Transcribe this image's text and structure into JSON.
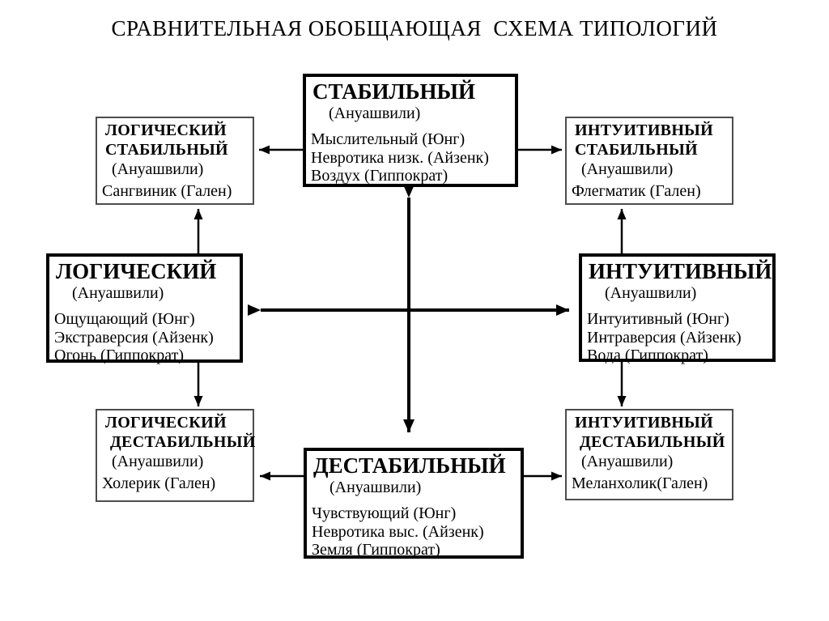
{
  "title": "СРАВНИТЕЛЬНАЯ ОБОБЩАЮЩАЯ  СХЕМА ТИПОЛОГИЙ",
  "colors": {
    "ink": "#000000",
    "background": "#ffffff",
    "thin_border": "#4d4d4d"
  },
  "boxes": {
    "stable": {
      "heading": "СТАБИЛЬНЫЙ",
      "author": "(Ануашвили)",
      "items": [
        "Мыслительный (Юнг)",
        "Невротика низк. (Айзенк)",
        "Воздух (Гиппократ)"
      ]
    },
    "logical_stable": {
      "heading1": "ЛОГИЧЕСКИЙ",
      "heading2": "СТАБИЛЬНЫЙ",
      "author": "(Ануашвили)",
      "items": [
        "Сангвиник (Гален)"
      ]
    },
    "intuitive_stable": {
      "heading1": "ИНТУИТИВНЫЙ",
      "heading2": "СТАБИЛЬНЫЙ",
      "author": "(Ануашвили)",
      "items": [
        "Флегматик (Гален)"
      ]
    },
    "logical": {
      "heading": "ЛОГИЧЕСКИЙ",
      "author": "(Ануашвили)",
      "items": [
        "Ощущающий (Юнг)",
        "Экстраверсия (Айзенк)",
        "Огонь (Гиппократ)"
      ]
    },
    "intuitive": {
      "heading": "ИНТУИТИВНЫЙ",
      "author": "(Ануашвили)",
      "items": [
        "Интуитивный (Юнг)",
        "Интраверсия (Айзенк)",
        "Вода (Гиппократ)"
      ]
    },
    "logical_destable": {
      "heading1": "ЛОГИЧЕСКИЙ",
      "heading2": "ДЕСТАБИЛЬНЫЙ",
      "author": "(Ануашвили)",
      "items": [
        "Холерик (Гален)"
      ]
    },
    "intuitive_destable": {
      "heading1": "ИНТУИТИВНЫЙ",
      "heading2": "ДЕСТАБИЛЬНЫЙ",
      "author": "(Ануашвили)",
      "items": [
        "Меланхолик(Гален)"
      ]
    },
    "destable": {
      "heading": "ДЕСТАБИЛЬНЫЙ",
      "author": "(Ануашвили)",
      "items": [
        "Чувствующий (Юнг)",
        "Невротика выс. (Айзенк)",
        "Земля (Гиппократ)"
      ]
    }
  }
}
